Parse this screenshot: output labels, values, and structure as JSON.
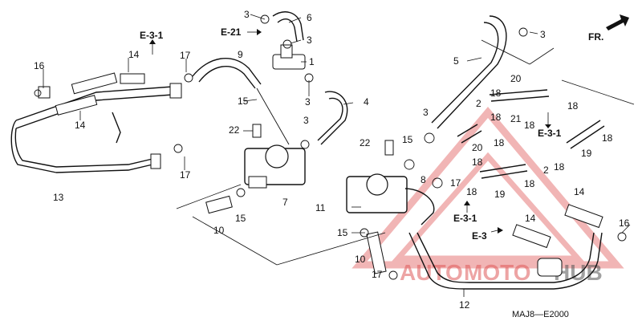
{
  "diagram": {
    "code": "MAJ8—E2000",
    "direction": "FR.",
    "watermark": {
      "part1": "AUTO",
      "part2": "MOTO",
      "part3": "HUB",
      "color": "#e05a5a"
    },
    "refs": [
      {
        "id": "r-e31-a",
        "text": "E-3-1"
      },
      {
        "id": "r-e21",
        "text": "E-21"
      },
      {
        "id": "r-e31-b",
        "text": "E-3-1"
      },
      {
        "id": "r-e31-c",
        "text": "E-3-1"
      },
      {
        "id": "r-e3",
        "text": "E-3"
      }
    ],
    "labels": [
      "16",
      "14",
      "14",
      "17",
      "9",
      "3",
      "6",
      "3",
      "1",
      "3",
      "4",
      "5",
      "3",
      "13",
      "17",
      "15",
      "22",
      "3",
      "7",
      "10",
      "15",
      "20",
      "18",
      "18",
      "2",
      "21",
      "18",
      "18",
      "3",
      "18",
      "20",
      "18",
      "19",
      "18",
      "18",
      "22",
      "15",
      "8",
      "17",
      "18",
      "19",
      "18",
      "2",
      "11",
      "14",
      "14",
      "16",
      "15",
      "10",
      "17",
      "12"
    ]
  }
}
